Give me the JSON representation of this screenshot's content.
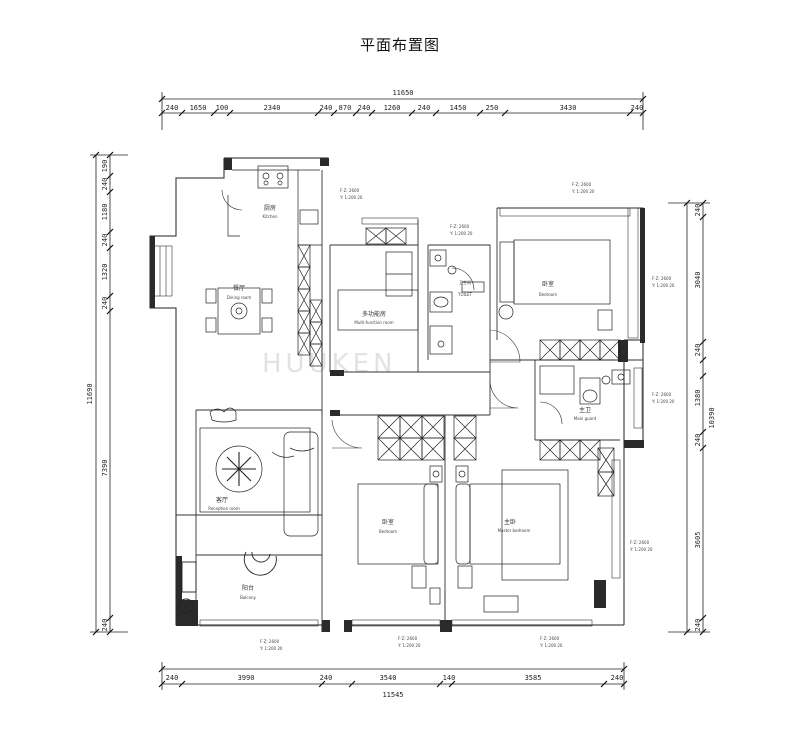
{
  "title": "平面布置图",
  "top_total": "11650",
  "top_segments": [
    "240",
    "1650",
    "100",
    "2340",
    "240",
    "870",
    "240",
    "1260",
    "240",
    "1450",
    "250",
    "3430",
    "240"
  ],
  "bottom_total": "11545",
  "bottom_segments": [
    "240",
    "3990",
    "240",
    "3540",
    "140",
    "3585",
    "240"
  ],
  "left_total": "11690",
  "left_segments": [
    "190",
    "240",
    "1180",
    "240",
    "1320",
    "240",
    "7390",
    "240"
  ],
  "right_total": "10390",
  "right_segments": [
    "240",
    "3040",
    "240",
    "1380",
    "240",
    "3605",
    "240"
  ],
  "rooms": {
    "kitchen_cn": "厨房",
    "kitchen_en": "Kitchen",
    "dining_cn": "餐厅",
    "dining_en": "Dining room",
    "multi_cn": "多功能房",
    "multi_en": "Multi-function room",
    "toilet_cn": "卫生间",
    "toilet_en": "TOILET",
    "bed_ne_cn": "卧室",
    "bed_ne_en": "Bedroom",
    "main_wc_cn": "主卫",
    "main_wc_en": "Main guard",
    "living_cn": "客厅",
    "living_en": "Reception room",
    "balcony_cn": "阳台",
    "balcony_en": "Balcony",
    "bed_s_cn": "卧室",
    "bed_s_en": "Bedroom",
    "master_cn": "主卧",
    "master_en": "Master bedroom"
  },
  "note_line1": "F·Z: 2600",
  "note_line2": "Y: 1:200 20",
  "watermark": "HUUKEN"
}
